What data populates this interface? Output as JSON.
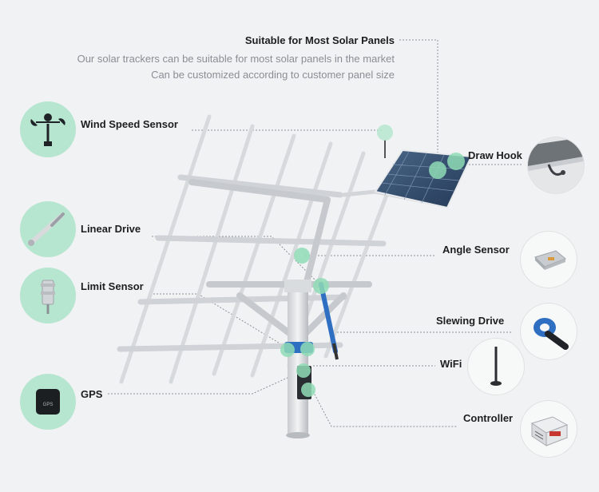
{
  "header": {
    "title": "Suitable for Most Solar Panels",
    "line1": "Our solar trackers can be suitable for most solar panels in the market",
    "line2": "Can be customized according to customer panel size"
  },
  "labels": {
    "wind_speed_sensor": "Wind Speed Sensor",
    "linear_drive": "Linear Drive",
    "limit_sensor": "Limit Sensor",
    "gps": "GPS",
    "draw_hook": "Draw Hook",
    "angle_sensor": "Angle Sensor",
    "slewing_drive": "Slewing Drive",
    "wifi": "WiFi",
    "controller": "Controller"
  },
  "gps_device_text": "GPS",
  "colors": {
    "background": "#f1f2f4",
    "highlight": "#b6e6cf",
    "leader": "#8d9197",
    "frame": "#d7dadd",
    "panel": "#2f4767"
  },
  "icons": [
    "anemometer-icon",
    "linear-actuator-icon",
    "limit-sensor-icon",
    "gps-device-icon",
    "draw-hook-icon",
    "angle-sensor-icon",
    "slewing-drive-icon",
    "wifi-antenna-icon",
    "controller-box-icon"
  ]
}
